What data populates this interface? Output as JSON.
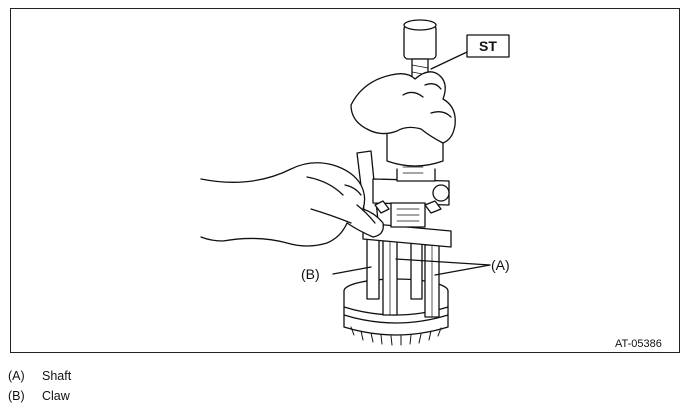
{
  "figure": {
    "tool_label": "ST",
    "callout_a": "(A)",
    "callout_b": "(B)",
    "figure_id": "AT-05386",
    "stroke_color": "#111111"
  },
  "legend": [
    {
      "key": "(A)",
      "text": "Shaft"
    },
    {
      "key": "(B)",
      "text": "Claw"
    }
  ]
}
